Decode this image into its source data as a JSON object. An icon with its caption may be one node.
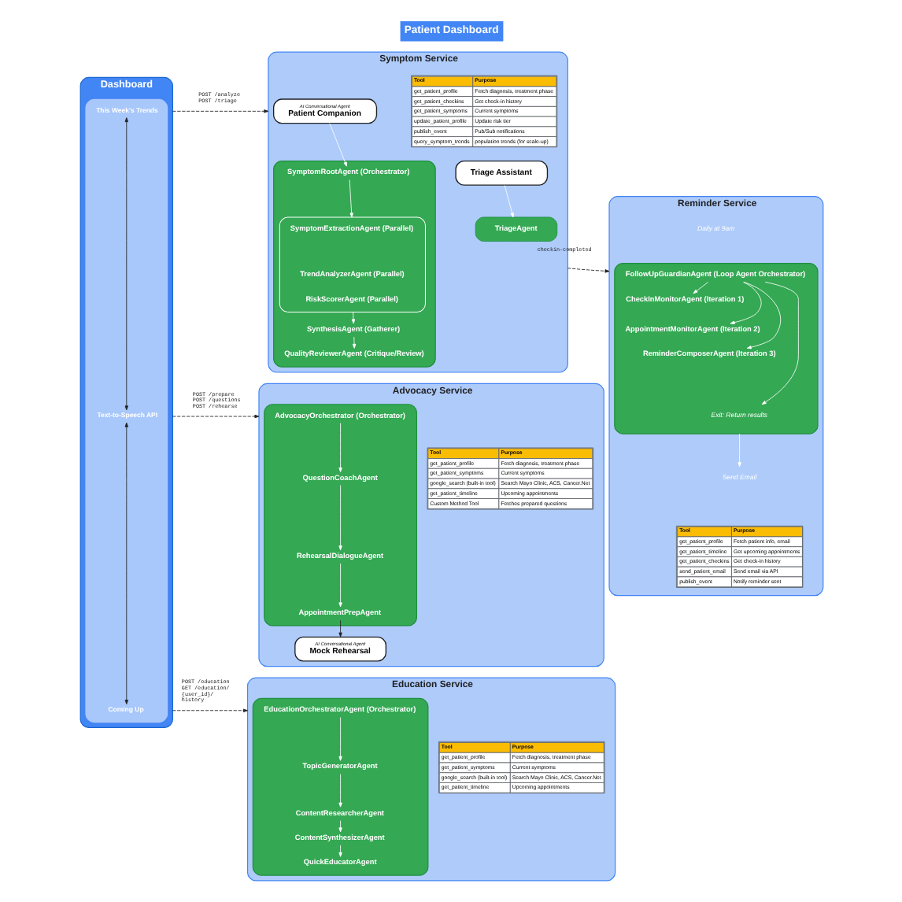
{
  "diagram": {
    "title": "Patient Dashboard",
    "nodes": [
      {
        "text": [
          "Dashboard"
        ]
      },
      {
        "text": [],
        "shape": "box",
        "in": 0
      },
      {
        "text": [
          "This Week's Trends"
        ],
        "in": 1
      },
      {
        "text": [
          "Text-to-Speech API"
        ],
        "in": 1
      },
      {
        "text": [
          "Coming Up"
        ],
        "in": 1
      },
      {
        "text": [
          "Symptom Service"
        ]
      },
      {
        "text": [
          "AI Conversational Agent",
          "Patient Companion"
        ],
        "in": 5
      },
      {
        "text": [],
        "shape": "box",
        "in": 5
      },
      {
        "text": [
          "SymptomRootAgent (Orchestrator)"
        ],
        "in": 7
      },
      {
        "text": [],
        "shape": "bracket",
        "in": 7
      },
      {
        "text": [
          "SymptomExtractionAgent (Parallel)"
        ],
        "in": 9
      },
      {
        "text": [
          "TrendAnalyzerAgent (Parallel)"
        ],
        "in": 9
      },
      {
        "text": [
          "RiskScorerAgent (Parallel)"
        ],
        "in": 9
      },
      {
        "text": [
          "SynthesisAgent (Gatherer)"
        ],
        "in": 7
      },
      {
        "text": [
          "QualityReviewerAgent (Critique/Review)"
        ],
        "in": 7
      },
      {
        "text": [
          "Triage Assistant"
        ],
        "in": 5
      },
      {
        "text": [
          "TriageAgent"
        ],
        "in": 5
      },
      {
        "text": [
          "Reminder Service"
        ]
      },
      {
        "text": [],
        "shape": "box",
        "in": 17
      },
      {
        "text": [
          "FollowUpGuardianAgent (Loop Agent Orchestrator)"
        ],
        "in": 18
      },
      {
        "text": [
          "CheckInMonitorAgent (Iteration 1)"
        ],
        "in": 18
      },
      {
        "text": [
          "AppointmentMonitorAgent (Iteration 2)"
        ],
        "in": 18
      },
      {
        "text": [
          "ReminderComposerAgent (Iteration 3)"
        ],
        "in": 18
      },
      {
        "text": [
          "Exit: Return results"
        ],
        "in": 18
      },
      {
        "text": [
          "Send Email"
        ],
        "in": 17
      },
      {
        "text": [
          "Advocacy Service"
        ]
      },
      {
        "text": [],
        "shape": "box",
        "in": 25
      },
      {
        "text": [
          "AdvocacyOrchestrator (Orchestrator)"
        ],
        "in": 26
      },
      {
        "text": [
          "QuestionCoachAgent"
        ],
        "in": 26
      },
      {
        "text": [
          "RehearsalDialogueAgent"
        ],
        "in": 26
      },
      {
        "text": [
          "AppointmentPrepAgent"
        ],
        "in": 26
      },
      {
        "text": [
          "AI Conversational Agent",
          "Mock Rehearsal"
        ],
        "in": 25
      },
      {
        "text": [
          "Education Service"
        ]
      },
      {
        "text": [],
        "shape": "box",
        "in": 32
      },
      {
        "text": [
          "EducationOrchestratorAgent (Orchestrator)"
        ],
        "in": 33
      },
      {
        "text": [
          "TopicGeneratorAgent"
        ],
        "in": 33
      },
      {
        "text": [
          "ContentResearcherAgent"
        ],
        "in": 33
      },
      {
        "text": [
          "ContentSynthesizerAgent"
        ],
        "in": 33
      },
      {
        "text": [
          "QuickEducatorAgent"
        ],
        "in": 33
      }
    ],
    "edges": [
      {
        "from": 2,
        "to": 3,
        "arrow": "both",
        "color": "#202124"
      },
      {
        "from": 3,
        "to": 4,
        "arrow": "both",
        "color": "#202124"
      },
      {
        "from": 0,
        "to": 5,
        "arrow": "to",
        "label": "POST /analyze POST /triage",
        "style": "dashed",
        "color": "#202124"
      },
      {
        "from": 0,
        "to": 25,
        "arrow": "to",
        "label": "POST /prepare POST /questions POST /rehearse",
        "style": "dashed",
        "color": "#202124"
      },
      {
        "from": 0,
        "to": 32,
        "arrow": "to",
        "label": "POST /education GET /education/ {user_id}/ history",
        "style": "dashed",
        "color": "#202124"
      },
      {
        "from": 6,
        "to": 8,
        "arrow": "to"
      },
      {
        "from": 8,
        "to": 9,
        "arrow": "to"
      },
      {
        "from": 9,
        "to": 13,
        "arrow": "to"
      },
      {
        "from": 13,
        "to": 14,
        "arrow": "to"
      },
      {
        "from": 15,
        "to": 16,
        "arrow": "to"
      },
      {
        "from": 5,
        "to": 17,
        "arrow": "to",
        "label": "checkin-completed",
        "style": "dashed",
        "color": "#202124"
      },
      {
        "from": 19,
        "to": 20,
        "arrow": "to"
      },
      {
        "from": 19,
        "to": 21,
        "arrow": "to"
      },
      {
        "from": 19,
        "to": 22,
        "arrow": "to"
      },
      {
        "from": 19,
        "to": 23,
        "arrow": "to"
      },
      {
        "from": 18,
        "to": 24,
        "arrow": "to"
      },
      {
        "from": 27,
        "to": 28,
        "arrow": "to"
      },
      {
        "from": 28,
        "to": 29,
        "arrow": "to"
      },
      {
        "from": 29,
        "to": 30,
        "arrow": "to"
      },
      {
        "from": 30,
        "to": 31,
        "arrow": "to",
        "color": "#202124"
      },
      {
        "from": 34,
        "to": 35,
        "arrow": "to"
      },
      {
        "from": 35,
        "to": 36,
        "arrow": "to"
      },
      {
        "from": 36,
        "to": 37,
        "arrow": "to"
      },
      {
        "from": 37,
        "to": 38,
        "arrow": "to"
      }
    ],
    "labels": [
      "Tool",
      "Purpose",
      "get_patient_profile",
      "Fetch diagnosis, treatment phase",
      "get_patient_checkins",
      "Get check-in history",
      "get_patient_symptoms",
      "Current symptoms",
      "update_patient_profile",
      "Update risk tier",
      "publish_event",
      "Pub/Sub notifications",
      "query_symptom_trends",
      "population trends (for scale-up)",
      "Daily at 9am",
      "Tool",
      "Purpose",
      "get_patient_profile",
      "Fetch patient info, email",
      "get_patient_timeline",
      "Get upcoming appointments",
      "get_patient_checkins",
      "Get check-in history",
      "send_patient_email",
      "Send email via API",
      "publish_event",
      "Notify reminder sent",
      "Tool",
      "Purpose",
      "get_patient_profile",
      "Fetch diagnosis, treatment phase",
      "get_patient_symptoms",
      "Current symptoms",
      "google_search (built-in tool)",
      "Search Mayo Clinic, ACS, Cancer.Net",
      "get_patient_timeline",
      "Upcoming appointments",
      "Custom Method Tool",
      "Fetches prepared questions",
      "Tool",
      "Purpose",
      "get_patient_profile",
      "Fetch diagnosis, treatment phase",
      "get_patient_symptoms",
      "Current symptoms",
      "google_search (built-in tool)",
      "Search Mayo Clinic, ACS, Cancer.Net",
      "get_patient_timeline",
      "Upcoming appointments"
    ]
  }
}
